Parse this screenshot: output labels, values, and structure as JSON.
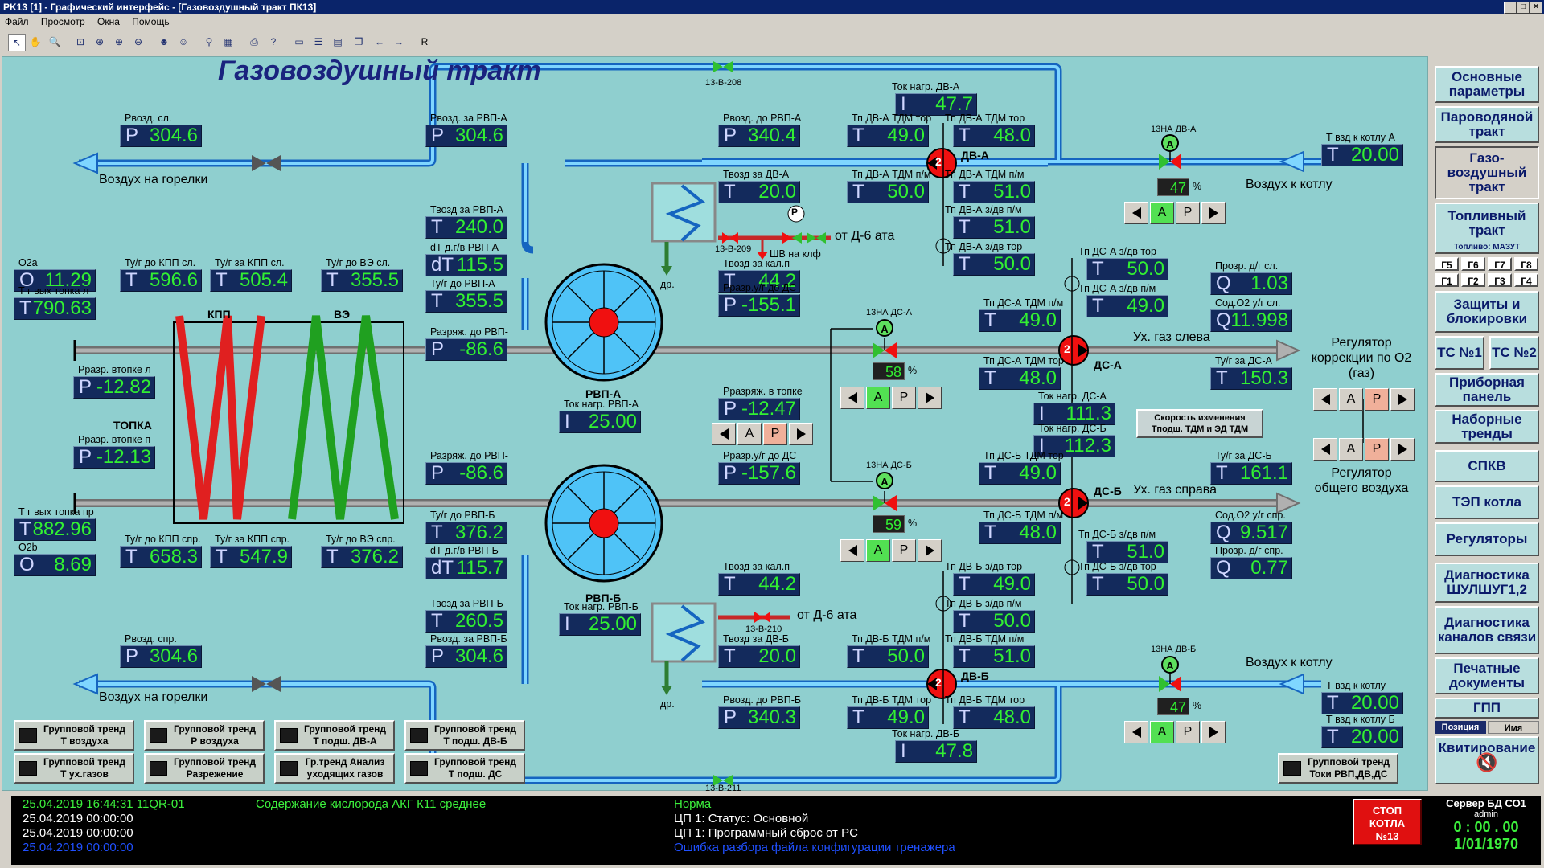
{
  "window": {
    "title": "PK13 [1] - Графический интерфейс - [Газовоздушный тракт ПК13]"
  },
  "menu": [
    "Файл",
    "Просмотр",
    "Окна",
    "Помощь"
  ],
  "toolbar": {
    "r_label": "R"
  },
  "mimic": {
    "title": "Газовоздушный тракт",
    "labels": {
      "air_burners_top": "Воздух на горелки",
      "air_burners_bot": "Воздух на горелки",
      "air_boiler_top": "Воздух к котлу",
      "air_boiler_bot": "Воздух к котлу",
      "kpp": "КПП",
      "ve": "ВЭ",
      "topka": "ТОПКА",
      "rvp_a": "РВП-А",
      "rvp_b": "РВП-Б",
      "dv_a": "ДВ-А",
      "dv_b": "ДВ-Б",
      "ds_a": "ДС-А",
      "ds_b": "ДС-Б",
      "gas_left": "Ух. газ слева",
      "gas_right": "Ух. газ справа",
      "from_d6_top": "от Д-6 ата",
      "from_d6_bot": "от Д-6 ата",
      "shv": "ШВ на клф",
      "dr_top": "др.",
      "dr_bot": "др.",
      "reg_o2": "Регулятор коррекции по О2 (газ)",
      "reg_air": "Регулятор общего воздуха",
      "v208": "13-В-208",
      "v209": "13-В-209",
      "v210": "13-В-210",
      "v211": "13-В-211",
      "na_dva": "13НА ДВ-А",
      "na_dvb": "13НА ДВ-Б",
      "na_dsa": "13НА ДС-А",
      "na_dsb": "13НА ДС-Б",
      "speed_btn": "Скорость изменения Тподш. ТДМ и ЭД ТДМ"
    },
    "values": [
      {
        "id": "p_vozd_sl",
        "label": "Рвозд. сл.",
        "p": "P",
        "v": "304.6"
      },
      {
        "id": "p_vozd_rvpa",
        "label": "Рвозд. за РВП-А",
        "p": "P",
        "v": "304.6"
      },
      {
        "id": "p_vozd_do_rvpa",
        "label": "Рвозд. до РВП-А",
        "p": "P",
        "v": "340.4"
      },
      {
        "id": "tok_dva",
        "label": "Ток нагр. ДВ-А",
        "p": "I",
        "v": "47.7"
      },
      {
        "id": "tp_dva_tdm_tor",
        "label": "Тп ДВ-А ТДМ тор",
        "p": "T",
        "v": "49.0"
      },
      {
        "id": "tp_dva_tdm_tor2",
        "label": "Тп ДВ-А ТДМ тор",
        "p": "T",
        "v": "48.0"
      },
      {
        "id": "t_vzd_kotlu_a",
        "label": "Т взд к котлу А",
        "p": "T",
        "v": "20.00"
      },
      {
        "id": "t_vozd_dva",
        "label": "Твозд за ДВ-А",
        "p": "T",
        "v": "20.0"
      },
      {
        "id": "tp_dva_tdm_pm",
        "label": "Тп ДВ-А ТДМ п/м",
        "p": "T",
        "v": "50.0"
      },
      {
        "id": "tp_dva_tdm_pm2",
        "label": "Тп ДВ-А ТДМ п/м",
        "p": "T",
        "v": "51.0"
      },
      {
        "id": "tp_dva_zdv_pm",
        "label": "Тп ДВ-А з/дв п/м",
        "p": "T",
        "v": "51.0"
      },
      {
        "id": "tp_dva_zdv_tor",
        "label": "Тп ДВ-А з/дв тор",
        "p": "T",
        "v": "50.0"
      },
      {
        "id": "t_vozd_rvpa",
        "label": "Твозд за РВП-А",
        "p": "T",
        "v": "240.0"
      },
      {
        "id": "dt_rvpa",
        "label": "dT д.г/в РВП-А",
        "p": "dT",
        "v": "115.5"
      },
      {
        "id": "t_ug_rvpa",
        "label": "Ту/г до РВП-А",
        "p": "T",
        "v": "355.5"
      },
      {
        "id": "t_vozd_kal",
        "label": "Твозд за кал.п",
        "p": "T",
        "v": "44.2"
      },
      {
        "id": "p_razr_ds",
        "label": "Рразр.у/г до ДС",
        "p": "P",
        "v": "-155.1"
      },
      {
        "id": "tp_dsa_zdv_tor",
        "label": "Тп ДС-А з/дв тор",
        "p": "T",
        "v": "50.0"
      },
      {
        "id": "tp_dsa_zdv_pm",
        "label": "Тп ДС-А з/дв п/м",
        "p": "T",
        "v": "49.0"
      },
      {
        "id": "q_prozr_sl",
        "label": "Прозр. д/г сл.",
        "p": "Q",
        "v": "1.03"
      },
      {
        "id": "q_sod_o2_sl",
        "label": "Сод.О2 у/г сл.",
        "p": "Q",
        "v": "11.998"
      },
      {
        "id": "tp_dsa_tdm_pm",
        "label": "Тп ДС-А ТДМ п/м",
        "p": "T",
        "v": "49.0"
      },
      {
        "id": "o2a",
        "label": "О2а",
        "p": "O",
        "v": "11.29"
      },
      {
        "id": "t_kpp_sl",
        "label": "Ту/г до КПП сл.",
        "p": "T",
        "v": "596.6"
      },
      {
        "id": "t_za_kpp_sl",
        "label": "Ту/г за КПП сл.",
        "p": "T",
        "v": "505.4"
      },
      {
        "id": "t_ve_sl",
        "label": "Ту/г до ВЭ сл.",
        "p": "T",
        "v": "355.5"
      },
      {
        "id": "t_vyh_topka_l",
        "label": "Т г вых топка л",
        "p": "T",
        "v": "790.63"
      },
      {
        "id": "p_razr_topka_l",
        "label": "Рразр. втопке л",
        "p": "P",
        "v": "-12.82"
      },
      {
        "id": "p_razr_rvpa",
        "label": "Разряж. до РВП-",
        "p": "P",
        "v": "-86.6"
      },
      {
        "id": "tok_rvpa",
        "label": "Ток нагр. РВП-А",
        "p": "I",
        "v": "25.00"
      },
      {
        "id": "p_razr_topke",
        "label": "Рразряж. в топке",
        "p": "P",
        "v": "-12.47"
      },
      {
        "id": "tp_dsa_tdm_tor",
        "label": "Тп ДС-А ТДМ тор",
        "p": "T",
        "v": "48.0"
      },
      {
        "id": "tok_dsa",
        "label": "Ток нагр. ДС-А",
        "p": "I",
        "v": "111.3"
      },
      {
        "id": "t_ug_dsa",
        "label": "Ту/г за ДС-А",
        "p": "T",
        "v": "150.3"
      },
      {
        "id": "tok_dsb",
        "label": "Ток нагр. ДС-Б",
        "p": "I",
        "v": "112.3"
      },
      {
        "id": "p_razr_topka_p",
        "label": "Рразр. втопке п",
        "p": "P",
        "v": "-12.13"
      },
      {
        "id": "p_razr_rvpb",
        "label": "Разряж. до РВП-",
        "p": "P",
        "v": "-86.6"
      },
      {
        "id": "p_razr_ds_b",
        "label": "Рразр.у/г до ДС",
        "p": "P",
        "v": "-157.6"
      },
      {
        "id": "tp_dsb_tdm_tor",
        "label": "Тп ДС-Б ТДМ тор",
        "p": "T",
        "v": "49.0"
      },
      {
        "id": "t_ug_dsb",
        "label": "Ту/г за ДС-Б",
        "p": "T",
        "v": "161.1"
      },
      {
        "id": "t_vyh_topka_p",
        "label": "Т г вых топка пр",
        "p": "T",
        "v": "882.96"
      },
      {
        "id": "o2b",
        "label": "О2b",
        "p": "O",
        "v": "8.69"
      },
      {
        "id": "t_kpp_spr",
        "label": "Ту/г до КПП спр.",
        "p": "T",
        "v": "658.3"
      },
      {
        "id": "t_za_kpp_spr",
        "label": "Ту/г за КПП спр.",
        "p": "T",
        "v": "547.9"
      },
      {
        "id": "t_ve_spr",
        "label": "Ту/г до ВЭ спр.",
        "p": "T",
        "v": "376.2"
      },
      {
        "id": "t_ug_rvpb",
        "label": "Ту/г до РВП-Б",
        "p": "T",
        "v": "376.2"
      },
      {
        "id": "dt_rvpb",
        "label": "dT д.г/в РВП-Б",
        "p": "dT",
        "v": "115.7"
      },
      {
        "id": "tp_dsb_tdm_pm",
        "label": "Тп ДС-Б ТДМ п/м",
        "p": "T",
        "v": "48.0"
      },
      {
        "id": "q_sod_o2_spr",
        "label": "Сод.О2 у/г спр.",
        "p": "Q",
        "v": "9.517"
      },
      {
        "id": "tp_dsb_zdv_pm",
        "label": "Тп ДС-Б з/дв п/м",
        "p": "T",
        "v": "51.0"
      },
      {
        "id": "q_prozr_spr",
        "label": "Прозр. д/г спр.",
        "p": "Q",
        "v": "0.77"
      },
      {
        "id": "t_vozd_kal_b",
        "label": "Твозд за кал.п",
        "p": "T",
        "v": "44.2"
      },
      {
        "id": "tp_dsb_zdv_tor",
        "label": "Тп ДС-Б з/дв тор",
        "p": "T",
        "v": "50.0"
      },
      {
        "id": "tp_dvb_zdv_tor",
        "label": "Тп ДВ-Б з/дв тор",
        "p": "T",
        "v": "49.0"
      },
      {
        "id": "t_vozd_rvpb",
        "label": "Твозд за РВП-Б",
        "p": "T",
        "v": "260.5"
      },
      {
        "id": "tok_rvpb",
        "label": "Ток нагр. РВП-Б",
        "p": "I",
        "v": "25.00"
      },
      {
        "id": "tp_dvb_zdv_pm",
        "label": "Тп ДВ-Б з/дв п/м",
        "p": "T",
        "v": "50.0"
      },
      {
        "id": "p_vozd_spr",
        "label": "Рвозд. спр.",
        "p": "P",
        "v": "304.6"
      },
      {
        "id": "p_vozd_rvpb",
        "label": "Рвозд. за РВП-Б",
        "p": "P",
        "v": "304.6"
      },
      {
        "id": "t_vozd_dvb",
        "label": "Твозд за ДВ-Б",
        "p": "T",
        "v": "20.0"
      },
      {
        "id": "tp_dvb_tdm_pm",
        "label": "Тп ДВ-Б ТДМ п/м",
        "p": "T",
        "v": "50.0"
      },
      {
        "id": "tp_dvb_tdm_pm2",
        "label": "Тп ДВ-Б ТДМ п/м",
        "p": "T",
        "v": "51.0"
      },
      {
        "id": "p_vozd_do_rvpb",
        "label": "Рвозд. до РВП-Б",
        "p": "P",
        "v": "340.3"
      },
      {
        "id": "tp_dvb_tdm_tor",
        "label": "Тп ДВ-Б ТДМ тор",
        "p": "T",
        "v": "49.0"
      },
      {
        "id": "tp_dvb_tdm_tor2",
        "label": "Тп ДВ-Б ТДМ тор",
        "p": "T",
        "v": "48.0"
      },
      {
        "id": "t_vzd_kotlu",
        "label": "Т взд к котлу",
        "p": "T",
        "v": "20.00"
      },
      {
        "id": "t_vzd_kotlu_b",
        "label": "Т взд к котлу Б",
        "p": "T",
        "v": "20.00"
      },
      {
        "id": "tok_dvb",
        "label": "Ток нагр. ДВ-Б",
        "p": "I",
        "v": "47.8"
      }
    ],
    "percents": {
      "dva": "47",
      "dsa": "58",
      "dsb": "59",
      "dvb": "47"
    },
    "controls": {
      "a": "А",
      "r": "Р"
    },
    "group_trends": [
      [
        "Групповой тренд",
        "Т воздуха"
      ],
      [
        "Групповой тренд",
        "Р воздуха"
      ],
      [
        "Групповой тренд",
        "Т подш. ДВ-А"
      ],
      [
        "Групповой тренд",
        "Т подш. ДВ-Б"
      ],
      [
        "Групповой тренд",
        "Т ух.газов"
      ],
      [
        "Групповой тренд",
        "Разрежение"
      ],
      [
        "Гр.тренд Анализ",
        "уходящих газов"
      ],
      [
        "Групповой тренд",
        "Т подш. ДС"
      ],
      [
        "Групповой тренд",
        "Токи РВП,ДВ,ДС"
      ]
    ]
  },
  "nav": [
    "Основные параметры",
    "Пароводяной тракт",
    "Газо-воздушный тракт",
    "Топливный тракт",
    "Защиты и блокировки",
    "ТС №1",
    "ТС №2",
    "Приборная панель",
    "Наборные тренды",
    "СПКВ",
    "ТЭП котла",
    "Регуляторы",
    "Диагностика ШУЛШУГ1,2",
    "Диагностика каналов связи",
    "Печатные документы",
    "ГПП",
    "Квитирование"
  ],
  "fuel_note": "Топливо: МАЗУТ",
  "g_buttons": [
    "Г5",
    "Г6",
    "Г7",
    "Г8",
    "Г1",
    "Г2",
    "Г3",
    "Г4"
  ],
  "pos_tabs": [
    "Позиция",
    "Имя"
  ],
  "status": {
    "messages": [
      {
        "text": "25.04.2019 16:44:31    11QR-01",
        "color": "#3cf03c"
      },
      {
        "text": "Содержание кислорода АКГ К11 среднее",
        "color": "#3cf03c"
      },
      {
        "text": "25.04.2019 00:00:00",
        "color": "#ffffff"
      },
      {
        "text": "25.04.2019 00:00:00",
        "color": "#ffffff"
      },
      {
        "text": "25.04.2019 00:00:00",
        "color": "#2050ff"
      }
    ],
    "sys": [
      {
        "text": "Норма",
        "color": "#3cf03c"
      },
      {
        "text": "ЦП 1: Статус: Основной",
        "color": "#ffffff"
      },
      {
        "text": "ЦП 1: Программный сброс от PC",
        "color": "#ffffff"
      },
      {
        "text": "Ошибка разбора файла конфигурации тренажера",
        "color": "#2050ff"
      }
    ],
    "stop_btn": "СТОП КОТЛА №13",
    "server_label": "Сервер БД",
    "server_id": "СО1",
    "user": "admin",
    "clock": "0 : 00 . 00",
    "date": "1/01/1970"
  }
}
